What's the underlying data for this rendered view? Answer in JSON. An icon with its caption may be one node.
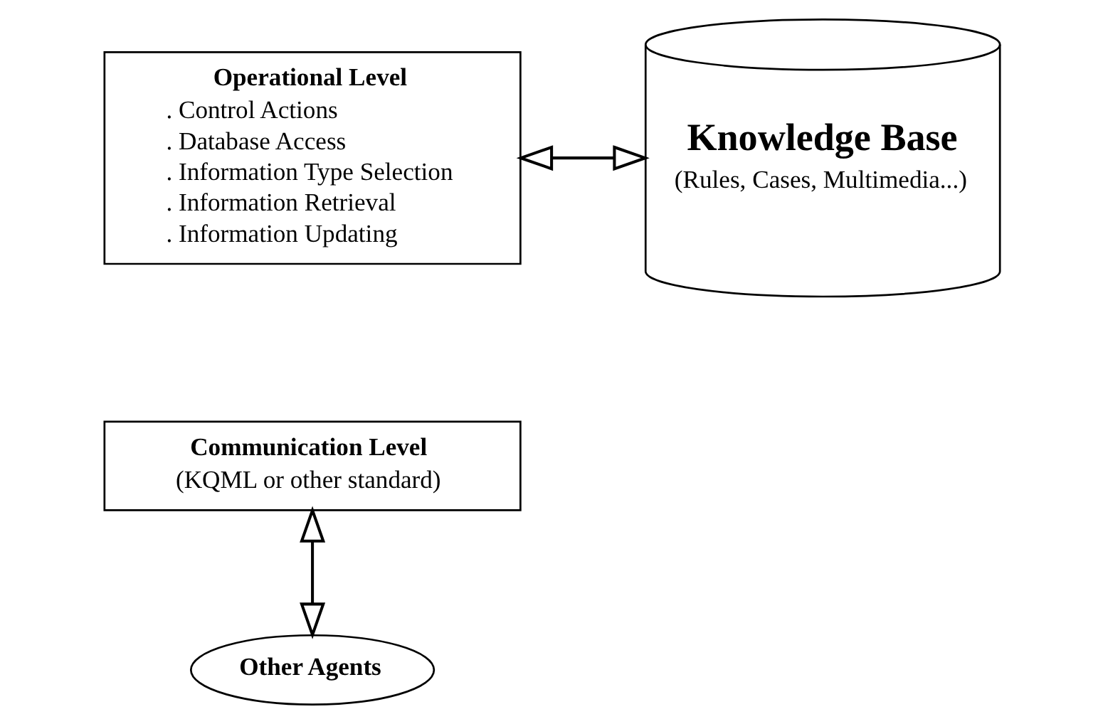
{
  "diagram": {
    "nodes": [
      {
        "text": [
          "Operational Level",
          ". Control Actions",
          ". Database Access",
          ". Information Type Selection",
          ". Information Retrieval",
          ". Information Updating"
        ]
      },
      {
        "text": [
          "Communication Level",
          "(KQML or other standard)"
        ]
      },
      {
        "text": [
          "Knowledge Base",
          "(Rules, Cases, Multimedia...)"
        ]
      },
      {
        "text": [
          "Other Agents"
        ]
      }
    ],
    "edges": [
      {
        "from": 0,
        "to": 2,
        "arrow": "both"
      },
      {
        "from": 1,
        "to": 3,
        "arrow": "both"
      }
    ]
  }
}
